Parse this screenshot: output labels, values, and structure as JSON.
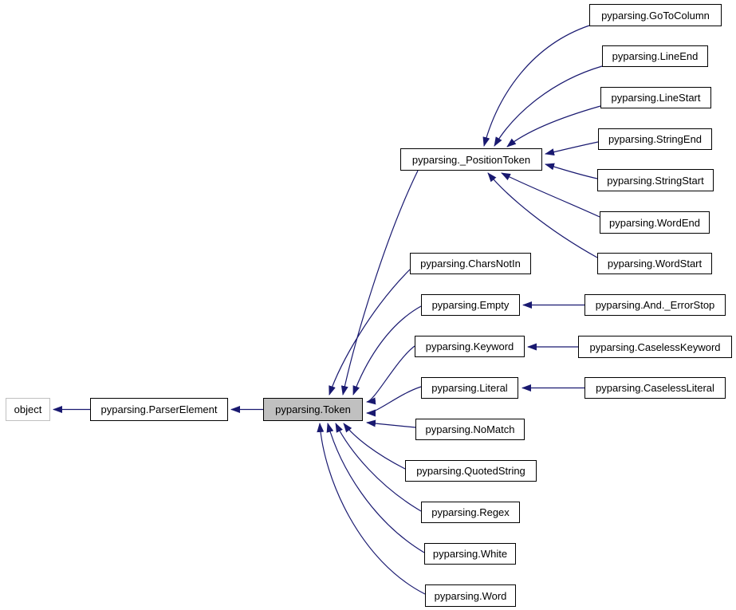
{
  "diagram": {
    "kind": "class-inheritance-graph",
    "library": "pyparsing",
    "colors": {
      "edge": "#191970",
      "box_border": "#000000",
      "external_border": "#c0c0c0",
      "current_fill": "#c0c0c0",
      "box_fill": "#ffffff",
      "text": "#000000",
      "background": "#ffffff"
    },
    "nodes": [
      {
        "id": "object",
        "label": "object",
        "variant": "external"
      },
      {
        "id": "parser-element",
        "label": "pyparsing.ParserElement",
        "variant": "normal"
      },
      {
        "id": "token",
        "label": "pyparsing.Token",
        "variant": "current"
      },
      {
        "id": "position-token",
        "label": "pyparsing._PositionToken",
        "variant": "normal"
      },
      {
        "id": "goto-column",
        "label": "pyparsing.GoToColumn",
        "variant": "normal"
      },
      {
        "id": "line-end",
        "label": "pyparsing.LineEnd",
        "variant": "normal"
      },
      {
        "id": "line-start",
        "label": "pyparsing.LineStart",
        "variant": "normal"
      },
      {
        "id": "string-end",
        "label": "pyparsing.StringEnd",
        "variant": "normal"
      },
      {
        "id": "string-start",
        "label": "pyparsing.StringStart",
        "variant": "normal"
      },
      {
        "id": "word-end",
        "label": "pyparsing.WordEnd",
        "variant": "normal"
      },
      {
        "id": "word-start",
        "label": "pyparsing.WordStart",
        "variant": "normal"
      },
      {
        "id": "chars-not-in",
        "label": "pyparsing.CharsNotIn",
        "variant": "normal"
      },
      {
        "id": "empty",
        "label": "pyparsing.Empty",
        "variant": "normal"
      },
      {
        "id": "keyword",
        "label": "pyparsing.Keyword",
        "variant": "normal"
      },
      {
        "id": "literal",
        "label": "pyparsing.Literal",
        "variant": "normal"
      },
      {
        "id": "and-error-stop",
        "label": "pyparsing.And._ErrorStop",
        "variant": "normal"
      },
      {
        "id": "caseless-keyword",
        "label": "pyparsing.CaselessKeyword",
        "variant": "normal"
      },
      {
        "id": "caseless-literal",
        "label": "pyparsing.CaselessLiteral",
        "variant": "normal"
      },
      {
        "id": "no-match",
        "label": "pyparsing.NoMatch",
        "variant": "normal"
      },
      {
        "id": "quoted-string",
        "label": "pyparsing.QuotedString",
        "variant": "normal"
      },
      {
        "id": "regex",
        "label": "pyparsing.Regex",
        "variant": "normal"
      },
      {
        "id": "white",
        "label": "pyparsing.White",
        "variant": "normal"
      },
      {
        "id": "word",
        "label": "pyparsing.Word",
        "variant": "normal"
      }
    ],
    "edges": [
      {
        "from": "parser-element",
        "to": "object"
      },
      {
        "from": "token",
        "to": "parser-element"
      },
      {
        "from": "position-token",
        "to": "token"
      },
      {
        "from": "chars-not-in",
        "to": "token"
      },
      {
        "from": "empty",
        "to": "token"
      },
      {
        "from": "keyword",
        "to": "token"
      },
      {
        "from": "literal",
        "to": "token"
      },
      {
        "from": "no-match",
        "to": "token"
      },
      {
        "from": "quoted-string",
        "to": "token"
      },
      {
        "from": "regex",
        "to": "token"
      },
      {
        "from": "white",
        "to": "token"
      },
      {
        "from": "word",
        "to": "token"
      },
      {
        "from": "goto-column",
        "to": "position-token"
      },
      {
        "from": "line-end",
        "to": "position-token"
      },
      {
        "from": "line-start",
        "to": "position-token"
      },
      {
        "from": "string-end",
        "to": "position-token"
      },
      {
        "from": "string-start",
        "to": "position-token"
      },
      {
        "from": "word-end",
        "to": "position-token"
      },
      {
        "from": "word-start",
        "to": "position-token"
      },
      {
        "from": "and-error-stop",
        "to": "empty"
      },
      {
        "from": "caseless-keyword",
        "to": "keyword"
      },
      {
        "from": "caseless-literal",
        "to": "literal"
      }
    ]
  }
}
